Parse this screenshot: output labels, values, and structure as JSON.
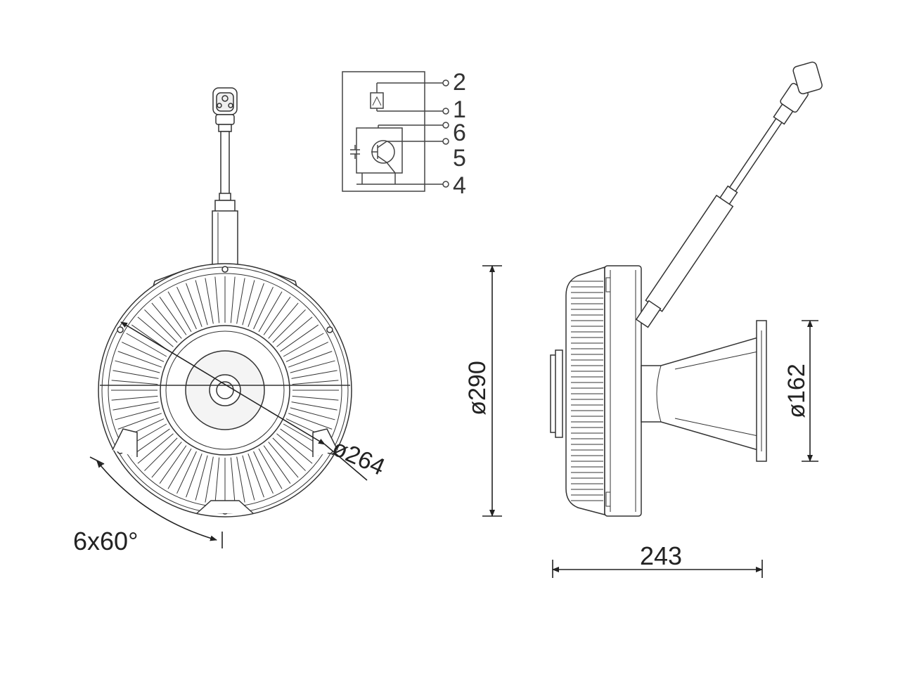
{
  "schematic": {
    "pins": [
      "2",
      "1",
      "6",
      "5",
      "4"
    ]
  },
  "dimensions": {
    "angle_spacing": "6x60°",
    "inner_diameter": "ø264",
    "outer_diameter": "ø290",
    "hub_diameter": "ø162",
    "overall_length": "243"
  }
}
